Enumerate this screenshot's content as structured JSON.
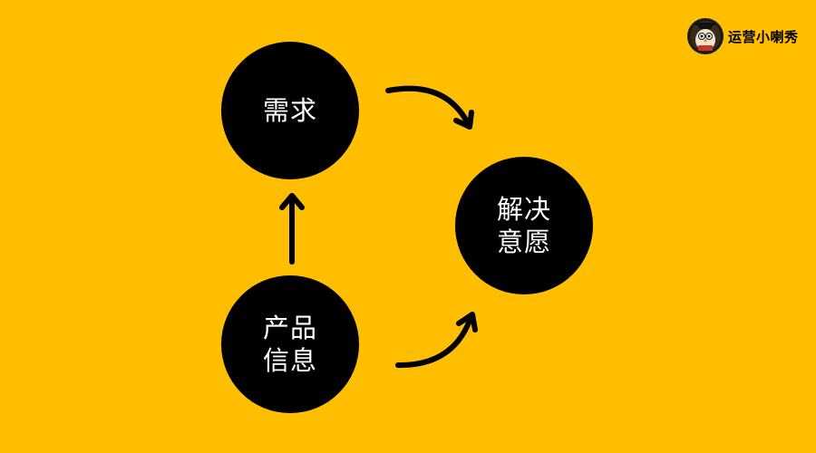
{
  "brand": {
    "logo_text": "运营小喇秀",
    "logo_icon": "owl-mascot-icon"
  },
  "diagram": {
    "nodes": {
      "need": {
        "lines": [
          "需求"
        ]
      },
      "product_info": {
        "lines": [
          "产品",
          "信息"
        ]
      },
      "solve_intent": {
        "lines": [
          "解决",
          "意愿"
        ]
      }
    },
    "edges": [
      {
        "from": "product_info",
        "to": "need"
      },
      {
        "from": "need",
        "to": "solve_intent"
      },
      {
        "from": "product_info",
        "to": "solve_intent"
      }
    ],
    "colors": {
      "background": "#FFBE00",
      "node_fill": "#000000",
      "node_text": "#FFFFFF",
      "arrow": "#000000"
    }
  }
}
